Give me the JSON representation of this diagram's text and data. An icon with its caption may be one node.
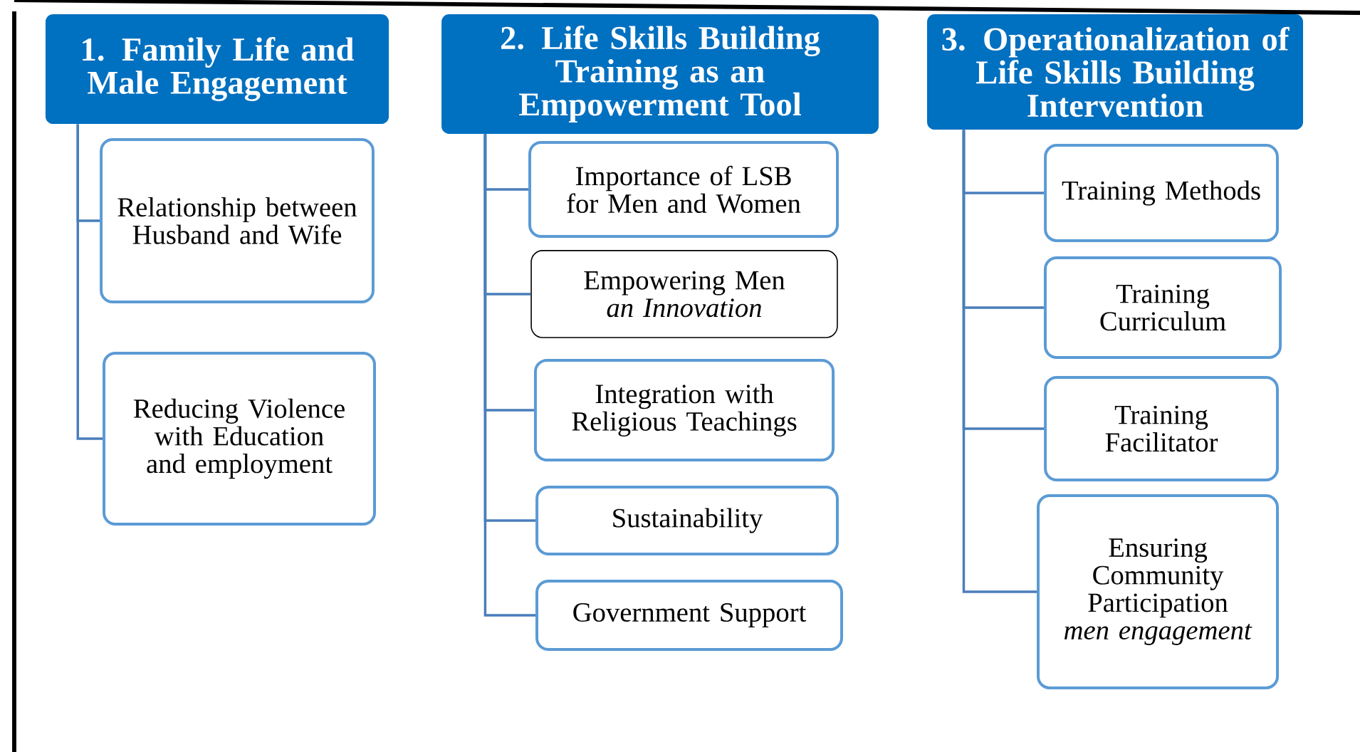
{
  "diagram": {
    "nodes": [
      {
        "text": [
          "1. Family Life and Male Engagement"
        ]
      },
      {
        "text": [
          "Relationship between Husband and Wife"
        ]
      },
      {
        "text": [
          "Reducing Violence with Education and employment"
        ]
      },
      {
        "text": [
          "2. Life Skills Building Training as an Empowerment Tool"
        ]
      },
      {
        "text": [
          "Importance of LSB for Men and Women"
        ]
      },
      {
        "text": [
          "Empowering Men *an Innovation*"
        ]
      },
      {
        "text": [
          "Integration with Religious Teachings"
        ]
      },
      {
        "text": [
          "Sustainability"
        ]
      },
      {
        "text": [
          "Government Support"
        ]
      },
      {
        "text": [
          "3. Operationalization of Life Skills Building Intervention"
        ]
      },
      {
        "text": [
          "Training Methods"
        ]
      },
      {
        "text": [
          "Training Curriculum"
        ]
      },
      {
        "text": [
          "Training Facilitator"
        ]
      },
      {
        "text": [
          "Ensuring Community Participation *men engagement*"
        ]
      }
    ],
    "edges": [
      {
        "from": 0,
        "to": 1,
        "arrow": "none"
      },
      {
        "from": 0,
        "to": 2,
        "arrow": "none"
      },
      {
        "from": 3,
        "to": 4,
        "arrow": "none"
      },
      {
        "from": 3,
        "to": 5,
        "arrow": "none"
      },
      {
        "from": 3,
        "to": 6,
        "arrow": "none"
      },
      {
        "from": 3,
        "to": 7,
        "arrow": "none"
      },
      {
        "from": 3,
        "to": 8,
        "arrow": "none"
      },
      {
        "from": 9,
        "to": 10,
        "arrow": "none"
      },
      {
        "from": 9,
        "to": 11,
        "arrow": "none"
      },
      {
        "from": 9,
        "to": 12,
        "arrow": "none"
      },
      {
        "from": 9,
        "to": 13,
        "arrow": "none"
      }
    ]
  }
}
